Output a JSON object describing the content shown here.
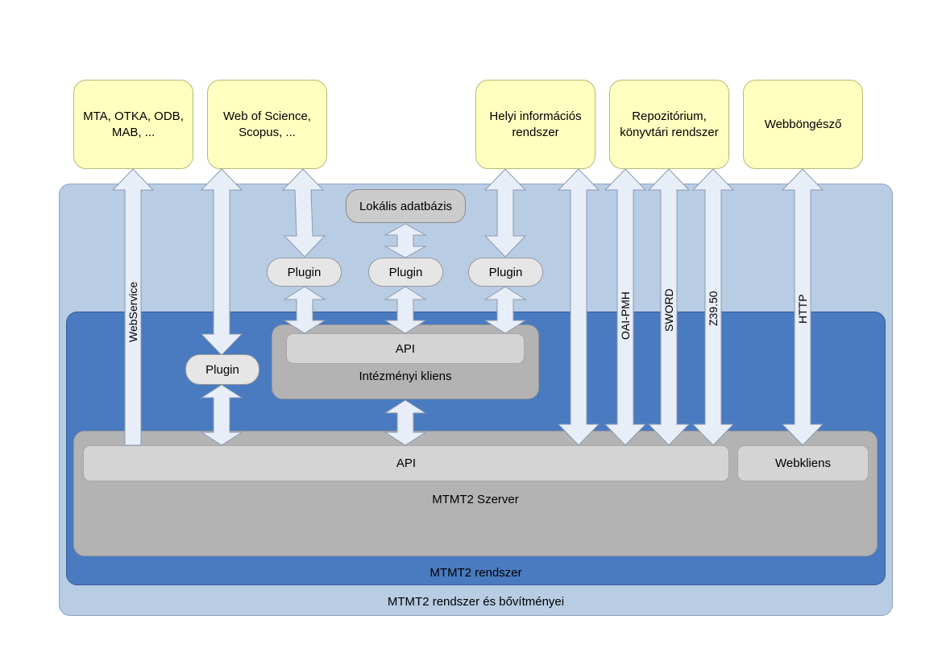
{
  "external": {
    "mta": "MTA, OTKA, ODB, MAB, ...",
    "wos": "Web of Science, Scopus, ...",
    "helyi": "Helyi információs rendszer",
    "repo": "Repozitórium, könyvtári rendszer",
    "browser": "Webböngésző"
  },
  "outer_label": "MTMT2 rendszer és bővítményei",
  "inner_label": "MTMT2 rendszer",
  "server": {
    "label": "MTMT2 Szerver",
    "api": "API",
    "webclient": "Webkliens"
  },
  "client": {
    "label": "Intézményi kliens",
    "api": "API"
  },
  "local_db": "Lokális adatbázis",
  "plugins": [
    "Plugin",
    "Plugin",
    "Plugin",
    "Plugin"
  ],
  "protocols": {
    "webservice": "WebService",
    "oai": "OAI-PMH",
    "sword": "SWORD",
    "z3950": "Z39.50",
    "http": "HTTP"
  },
  "colors": {
    "external_fill": "#ffffc0",
    "outer_fill": "#b8cce4",
    "inner_fill": "#4a7abf",
    "server_fill": "#b3b3b3"
  }
}
